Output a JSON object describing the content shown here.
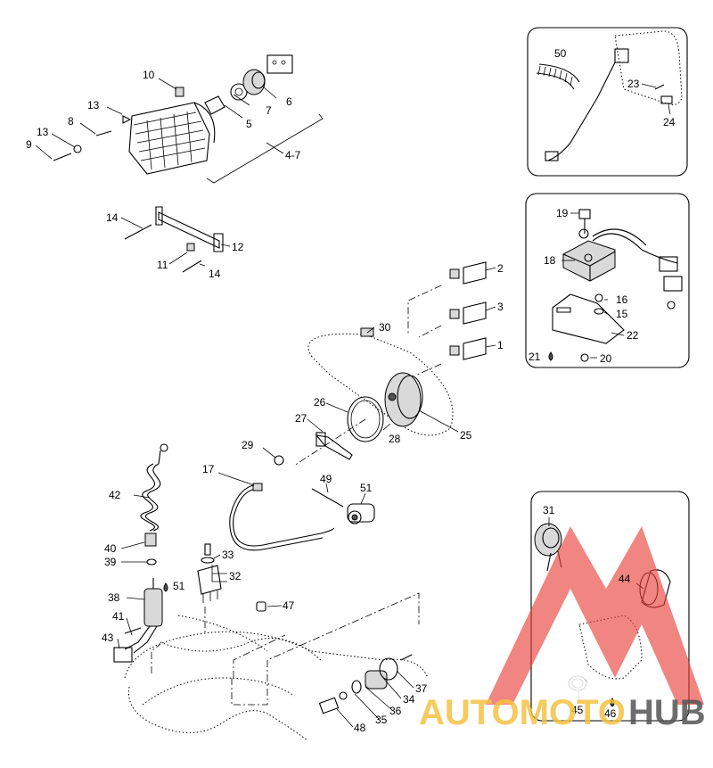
{
  "part_labels": {
    "p1": "1",
    "p2": "2",
    "p3": "3",
    "p4_7": "4-7",
    "p5": "5",
    "p6": "6",
    "p7": "7",
    "p8": "8",
    "p9": "9",
    "p10": "10",
    "p11": "11",
    "p12": "12",
    "p13a": "13",
    "p13b": "13",
    "p14a": "14",
    "p14b": "14",
    "p15": "15",
    "p16": "16",
    "p17": "17",
    "p18": "18",
    "p19": "19",
    "p20": "20",
    "p21": "21",
    "p22": "22",
    "p23": "23",
    "p24": "24",
    "p25": "25",
    "p26": "26",
    "p27": "27",
    "p28": "28",
    "p29": "29",
    "p30": "30",
    "p31": "31",
    "p32": "32",
    "p33": "33",
    "p34": "34",
    "p35": "35",
    "p36": "36",
    "p37": "37",
    "p38": "38",
    "p39": "39",
    "p40": "40",
    "p41": "41",
    "p42": "42",
    "p43": "43",
    "p44": "44",
    "p45": "45",
    "p46": "46",
    "p47": "47",
    "p48": "48",
    "p49": "49",
    "p50": "50",
    "p51a": "51",
    "p51b": "51"
  },
  "watermark": {
    "text_a": "AUTOMOTO",
    "text_b": "HUB",
    "color_a": "#f5c242",
    "color_b": "#555555",
    "logo_color": "#e8403a"
  }
}
